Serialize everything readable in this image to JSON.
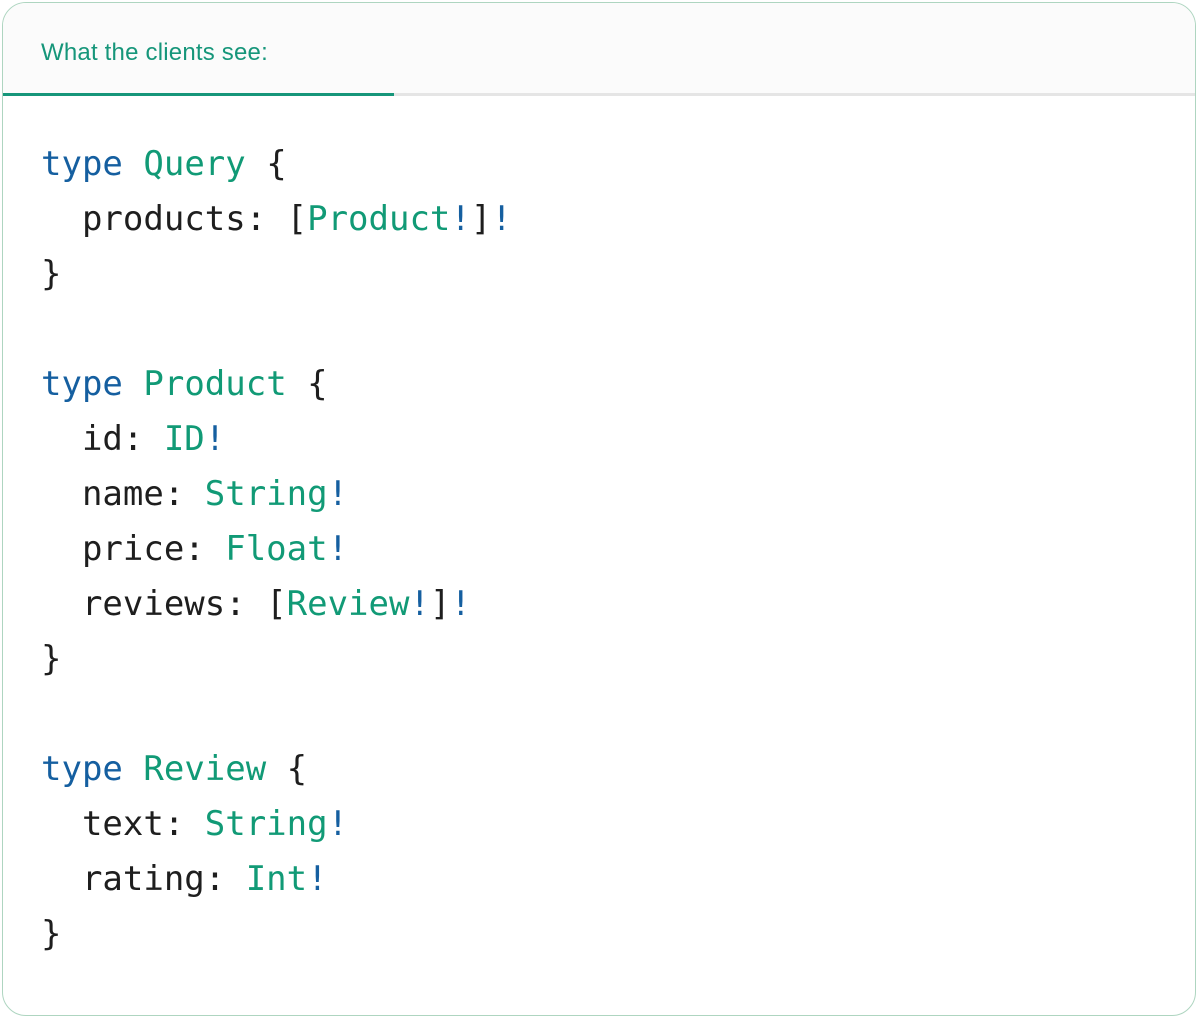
{
  "panel": {
    "tab_label": "What the clients see:",
    "language": "graphql"
  },
  "colors": {
    "keyword": "#155fa0",
    "typename": "#119a76",
    "plain": "#1e1e1e",
    "tab_accent": "#16967a",
    "card_border": "#aed5c0",
    "divider": "#e5e5e5",
    "tab_bg": "#fbfbfb"
  },
  "code": {
    "lines": [
      [
        {
          "t": "type",
          "c": "keyword"
        },
        {
          "t": " ",
          "c": "plain"
        },
        {
          "t": "Query",
          "c": "typename"
        },
        {
          "t": " {",
          "c": "plain"
        }
      ],
      [
        {
          "t": "  products: [",
          "c": "plain"
        },
        {
          "t": "Product",
          "c": "typename"
        },
        {
          "t": "!",
          "c": "keyword"
        },
        {
          "t": "]",
          "c": "plain"
        },
        {
          "t": "!",
          "c": "keyword"
        }
      ],
      [
        {
          "t": "}",
          "c": "plain"
        }
      ],
      [],
      [
        {
          "t": "type",
          "c": "keyword"
        },
        {
          "t": " ",
          "c": "plain"
        },
        {
          "t": "Product",
          "c": "typename"
        },
        {
          "t": " {",
          "c": "plain"
        }
      ],
      [
        {
          "t": "  id: ",
          "c": "plain"
        },
        {
          "t": "ID",
          "c": "typename"
        },
        {
          "t": "!",
          "c": "keyword"
        }
      ],
      [
        {
          "t": "  name: ",
          "c": "plain"
        },
        {
          "t": "String",
          "c": "typename"
        },
        {
          "t": "!",
          "c": "keyword"
        }
      ],
      [
        {
          "t": "  price: ",
          "c": "plain"
        },
        {
          "t": "Float",
          "c": "typename"
        },
        {
          "t": "!",
          "c": "keyword"
        }
      ],
      [
        {
          "t": "  reviews: [",
          "c": "plain"
        },
        {
          "t": "Review",
          "c": "typename"
        },
        {
          "t": "!",
          "c": "keyword"
        },
        {
          "t": "]",
          "c": "plain"
        },
        {
          "t": "!",
          "c": "keyword"
        }
      ],
      [
        {
          "t": "}",
          "c": "plain"
        }
      ],
      [],
      [
        {
          "t": "type",
          "c": "keyword"
        },
        {
          "t": " ",
          "c": "plain"
        },
        {
          "t": "Review",
          "c": "typename"
        },
        {
          "t": " {",
          "c": "plain"
        }
      ],
      [
        {
          "t": "  text: ",
          "c": "plain"
        },
        {
          "t": "String",
          "c": "typename"
        },
        {
          "t": "!",
          "c": "keyword"
        }
      ],
      [
        {
          "t": "  rating: ",
          "c": "plain"
        },
        {
          "t": "Int",
          "c": "typename"
        },
        {
          "t": "!",
          "c": "keyword"
        }
      ],
      [
        {
          "t": "}",
          "c": "plain"
        }
      ]
    ]
  }
}
